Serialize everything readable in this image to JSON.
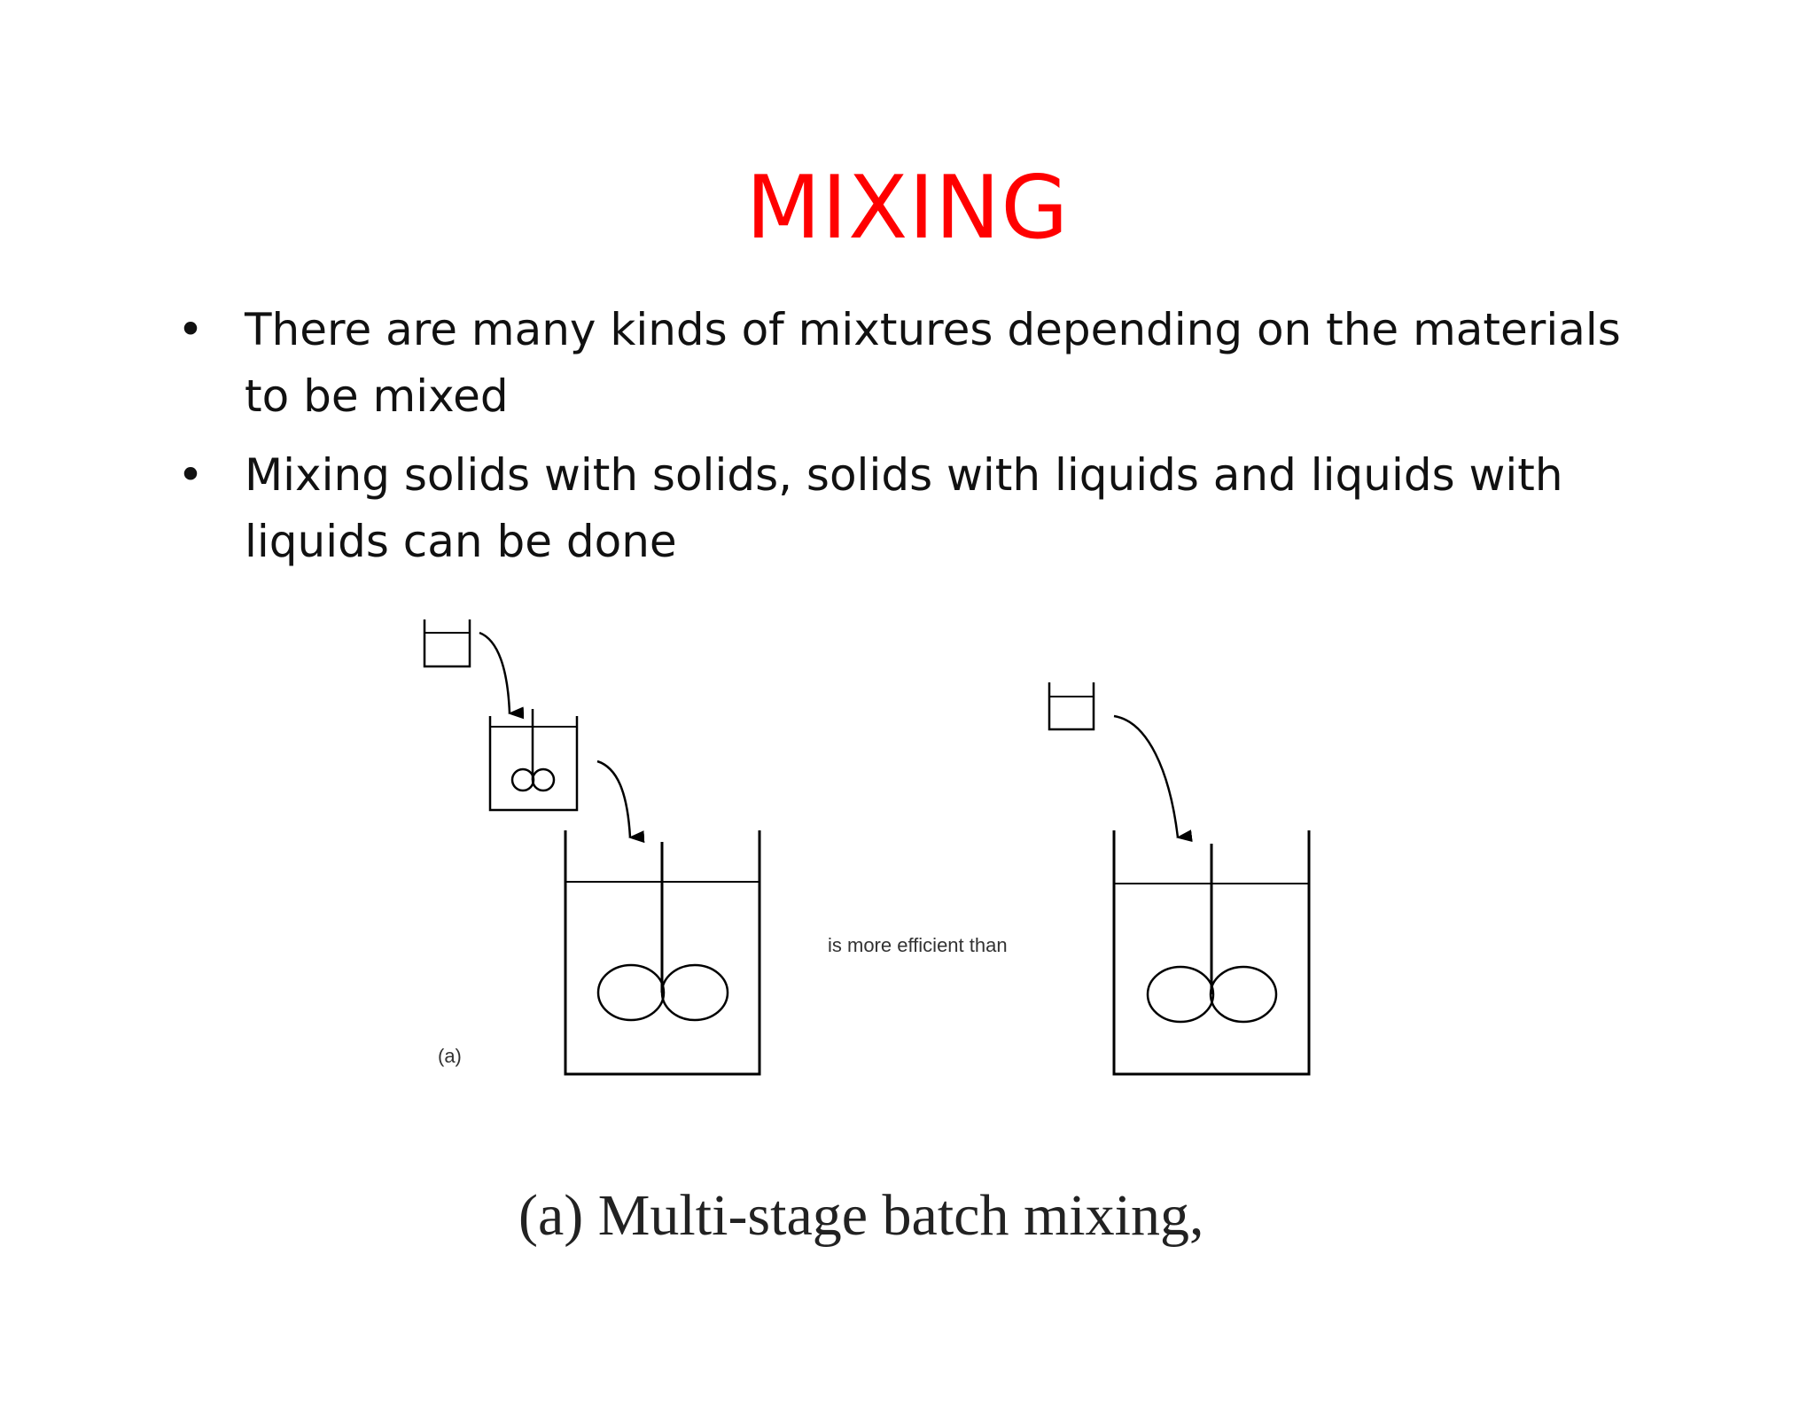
{
  "title": "MIXING",
  "bullets": [
    {
      "marker": "•",
      "text": "There are many kinds of mixtures depending on the materials to be mixed"
    },
    {
      "marker": "•",
      "text": "Mixing solids with solids, solids with liquids and liquids with liquids can be done"
    }
  ],
  "diagram": {
    "comparison_label": "is more efficient than",
    "panel_label": "(a)"
  },
  "caption": "(a) Multi-stage batch mixing,",
  "colors": {
    "title": "#ff0000",
    "text": "#111111",
    "line": "#000000"
  }
}
